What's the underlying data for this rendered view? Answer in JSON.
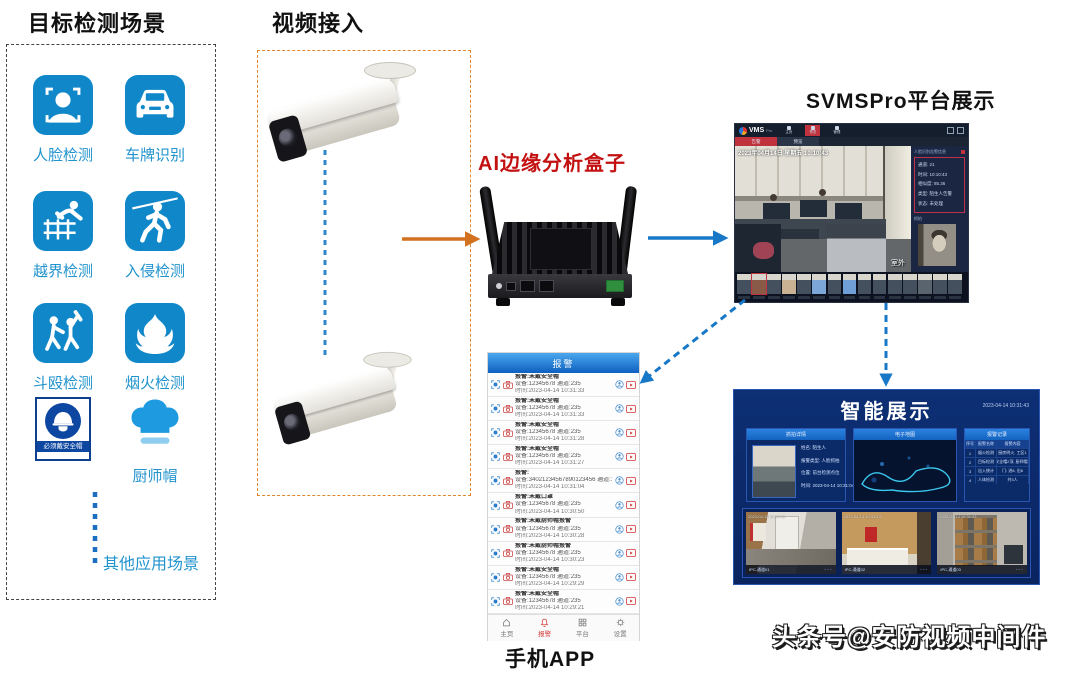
{
  "colors": {
    "icon_blue": "#0f87c8",
    "label_blue": "#2193cd",
    "ai_title_red": "#c31111",
    "arrow_orange": "#d2711f",
    "arrow_blue": "#1878c8",
    "phone_header_blue": "#0e5fc0",
    "dashboard_blue": "#0d2f74",
    "vms_accent_red": "#c0323e"
  },
  "scenarios": {
    "title": "目标检测场景",
    "items": [
      {
        "label": "人脸检测"
      },
      {
        "label": "车牌识别"
      },
      {
        "label": "越界检测"
      },
      {
        "label": "入侵检测"
      },
      {
        "label": "斗殴检测"
      },
      {
        "label": "烟火检测"
      }
    ],
    "helmet_sign_text": "必须戴安全帽",
    "chef_hat_label": "厨师帽",
    "other_scenarios_label": "其他应用场景"
  },
  "video_access": {
    "title": "视频接入"
  },
  "ai_box": {
    "title": "AI边缘分析盒子"
  },
  "platform": {
    "title": "SVMSPro平台展示",
    "logo": "VMS",
    "logo_suffix": "Pro",
    "nav": [
      "主页",
      "预览",
      "管理"
    ],
    "tabs": [
      "告警",
      "预览"
    ],
    "video_timestamp": "2023年04月14日 星期五 10:10:43",
    "scene_label": "室外",
    "alert_panel": {
      "header": "人脸识别告警信息",
      "lines": [
        "通道: 21",
        "时间: 10:10:43",
        "相似度: 85.36",
        "类型: 陌生人告警",
        "状态: 未处理"
      ],
      "photo_label": "抓拍"
    },
    "thumbnails": [
      {
        "color": "#45505e"
      },
      {
        "color": "#8a5a48",
        "border": "#c03340"
      },
      {
        "color": "#45505e"
      },
      {
        "color": "#c9b294"
      },
      {
        "color": "#45505e"
      },
      {
        "color": "#7da6d8"
      },
      {
        "color": "#45505e"
      },
      {
        "color": "#6f9fd6"
      },
      {
        "color": "#45505e"
      },
      {
        "color": "#45505e"
      },
      {
        "color": "#45505e"
      },
      {
        "color": "#45505e"
      },
      {
        "color": "#5a646e"
      },
      {
        "color": "#45505e"
      },
      {
        "color": "#45505e"
      }
    ]
  },
  "phone": {
    "caption": "手机APP",
    "header": "报警",
    "alarms": [
      {
        "title": "报警:未戴安全帽",
        "device": "设备:12345678 通道:235",
        "time": "时间:2023-04-14 10:31:33"
      },
      {
        "title": "报警:未戴安全帽",
        "device": "设备:12345678 通道:235",
        "time": "时间:2023-04-14 10:31:33"
      },
      {
        "title": "报警:未戴安全帽",
        "device": "设备:12345678 通道:235",
        "time": "时间:2023-04-14 10:31:28"
      },
      {
        "title": "报警:未戴安全帽",
        "device": "设备:12345678 通道:235",
        "time": "时间:2023-04-14 10:31:27"
      },
      {
        "title": "报警:",
        "device": "设备:34021234567890123456 通道:1",
        "time": "时间:2023-04-14 10:31:04"
      },
      {
        "title": "报警:未戴口罩",
        "device": "设备:12345678 通道:235",
        "time": "时间:2023-04-14 10:30:50"
      },
      {
        "title": "报警:未戴厨师帽报警",
        "device": "设备:12345678 通道:235",
        "time": "时间:2023-04-14 10:30:28"
      },
      {
        "title": "报警:未戴厨师帽报警",
        "device": "设备:12345678 通道:235",
        "time": "时间:2023-04-14 10:30:23"
      },
      {
        "title": "报警:未戴安全帽",
        "device": "设备:12345678 通道:235",
        "time": "时间:2023-04-14 10:29:29"
      },
      {
        "title": "报警:未戴安全帽",
        "device": "设备:12345678 通道:235",
        "time": "时间:2023-04-14 10:29:21"
      }
    ],
    "tabs": [
      {
        "label": "主页",
        "active": false
      },
      {
        "label": "报警",
        "active": true
      },
      {
        "label": "平台",
        "active": false
      },
      {
        "label": "设置",
        "active": false
      }
    ]
  },
  "smart_display": {
    "title": "智能展示",
    "timestamp": "2023-04-14 10:31:43",
    "panels": {
      "capture": {
        "header": "抓拍详情",
        "fields": [
          "姓名: 陌生人",
          "报警类型: 人脸抓拍",
          "位置: 前台检测点位",
          "时间: 2023-04-14 10:31:04"
        ]
      },
      "map": {
        "header": "电子地图"
      },
      "alarm_table": {
        "header": "报警记录",
        "columns": [
          "序号",
          "报警名称",
          "报警内容"
        ],
        "rows": [
          [
            "1",
            "烟火检测",
            "厨房明火, 工区1"
          ],
          [
            "2",
            "目标检测",
            "安全帽2顶, 厨师帽1"
          ],
          [
            "3",
            "出入统计",
            "门: 进8, 出6"
          ],
          [
            "4",
            "人体检测",
            "共3人"
          ]
        ]
      }
    },
    "cameras": [
      {
        "label": "IPC-通道01"
      },
      {
        "label": "IPC-通道02"
      },
      {
        "label": "IPC-通道03"
      }
    ]
  },
  "watermark": "头条号@安防视频中间件"
}
